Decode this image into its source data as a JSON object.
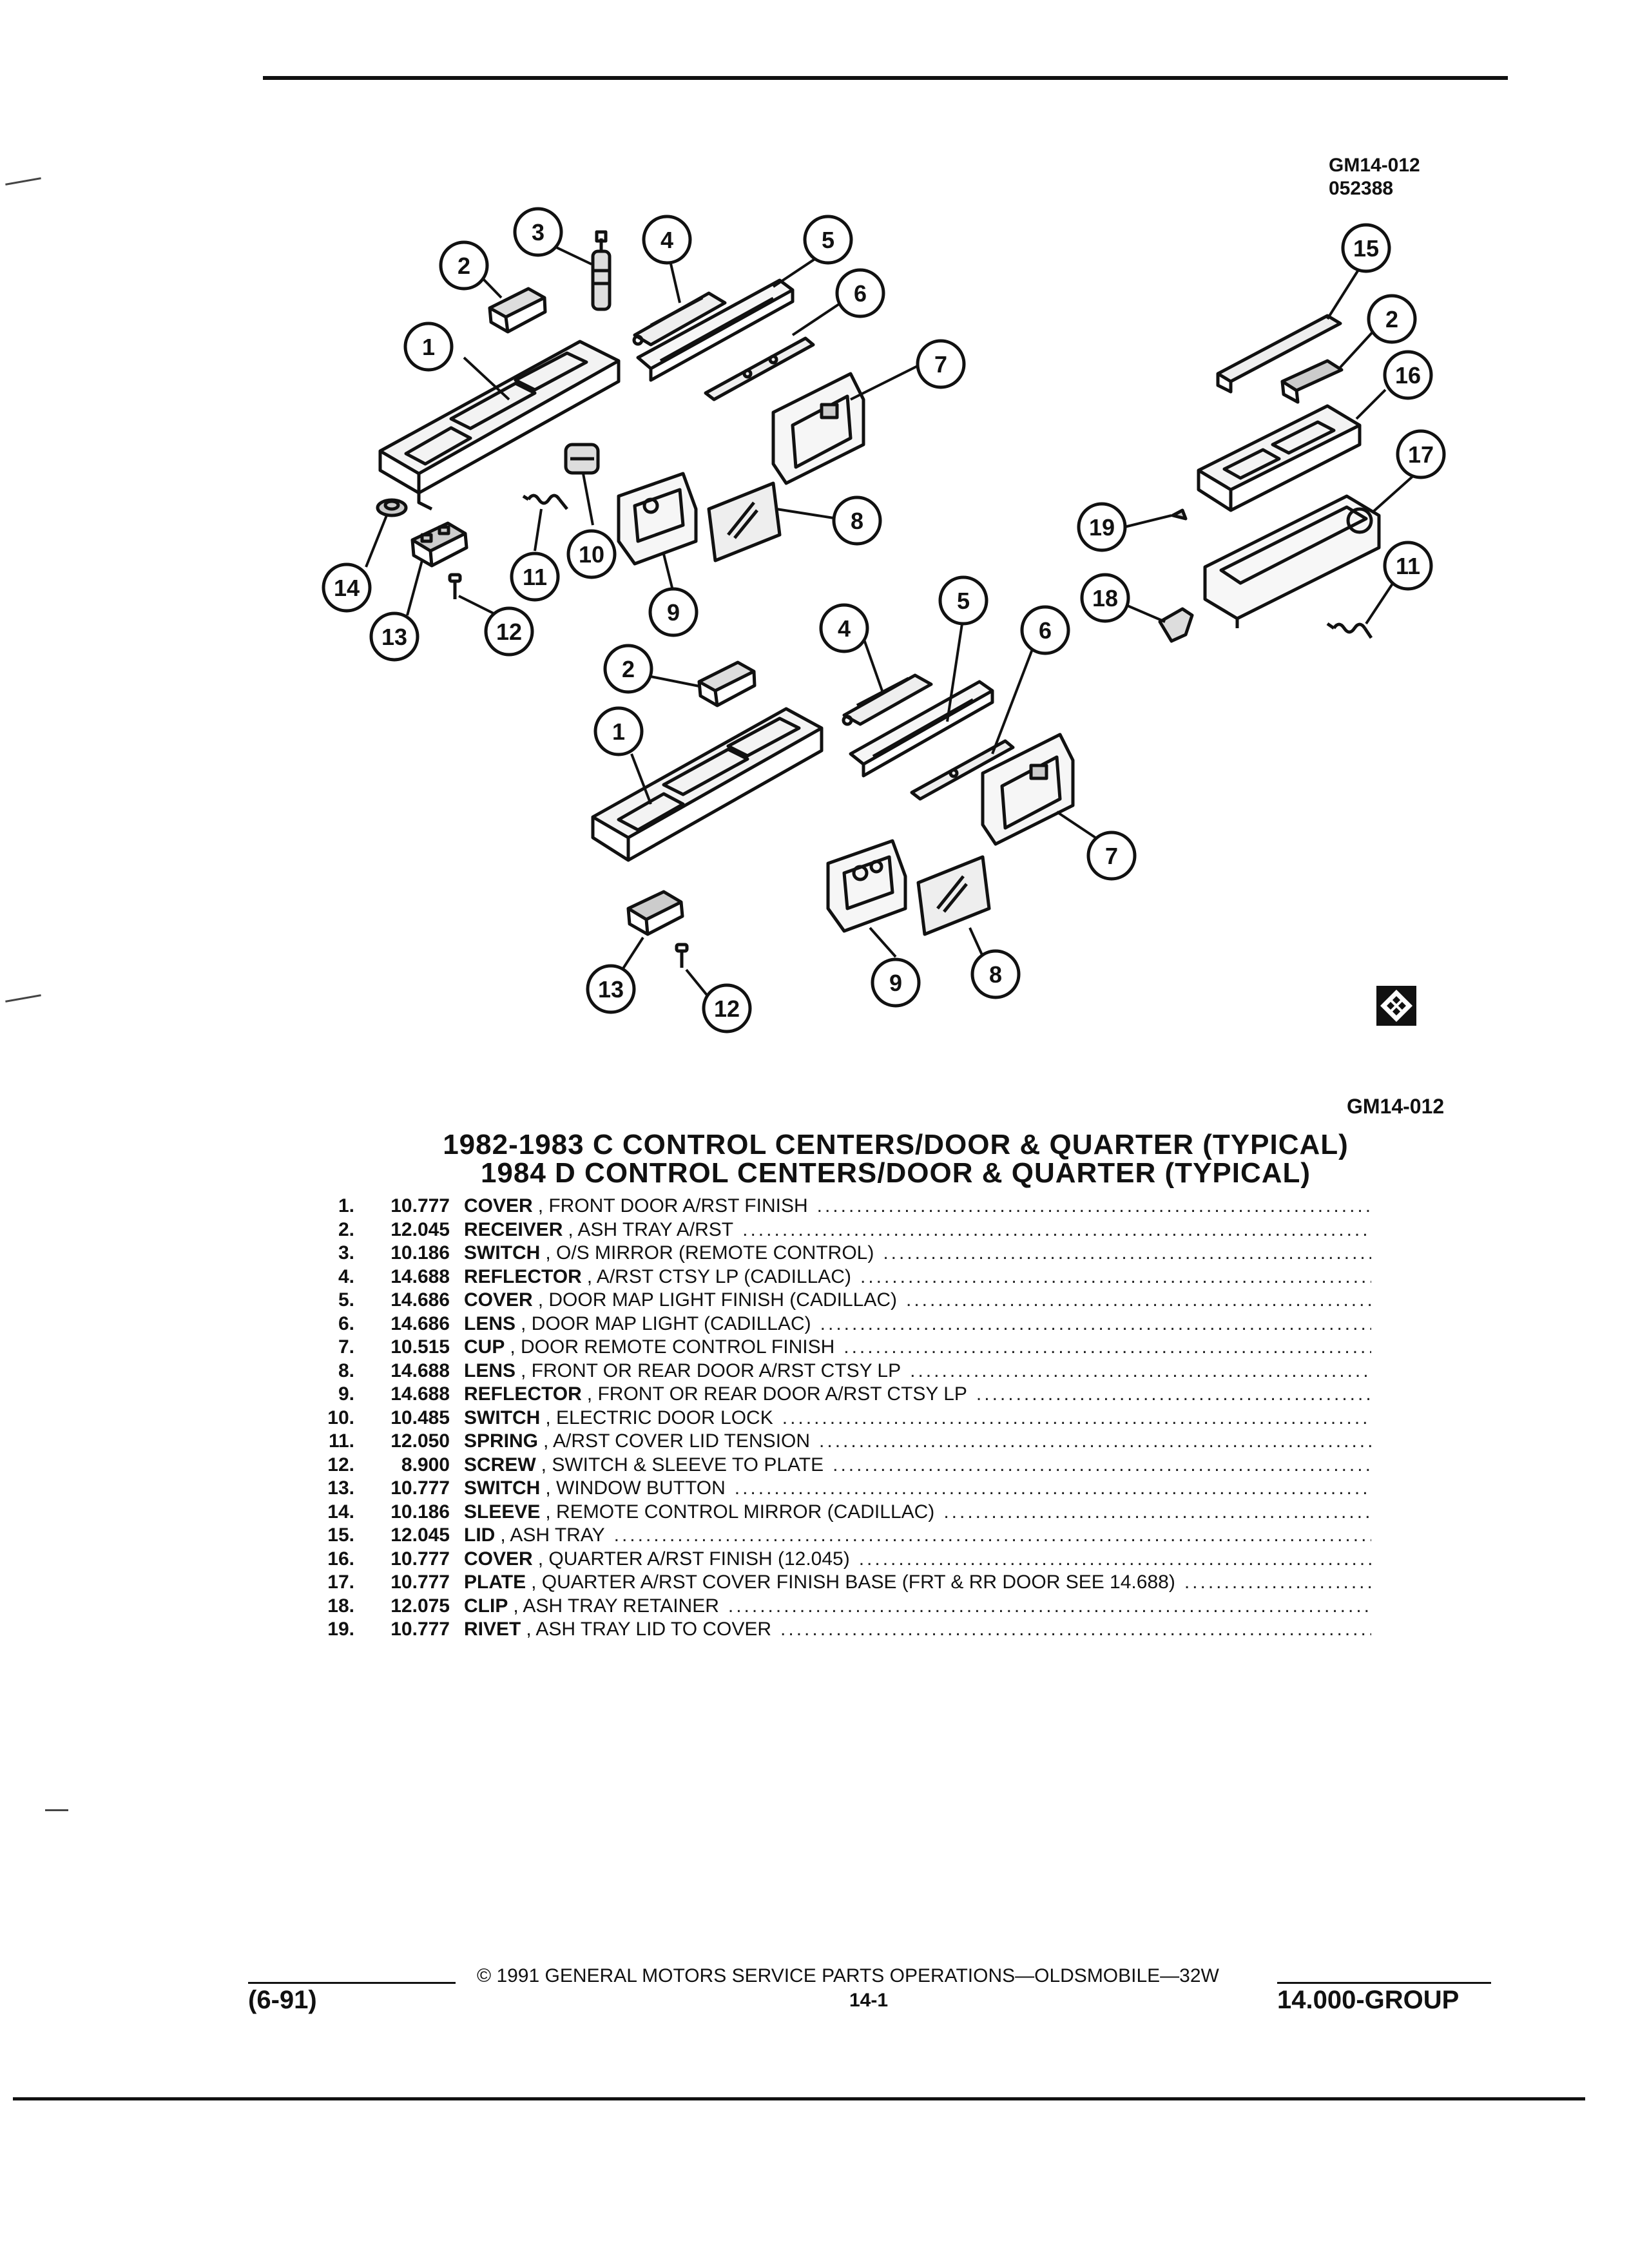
{
  "header": {
    "code": "GM14-012",
    "code2": "052388"
  },
  "figure_code": "GM14-012",
  "title_lines": [
    "1982-1983 C CONTROL CENTERS/DOOR & QUARTER (TYPICAL)",
    "1984 D CONTROL CENTERS/DOOR & QUARTER (TYPICAL)"
  ],
  "diagram_callouts": [
    "1",
    "2",
    "3",
    "4",
    "5",
    "6",
    "7",
    "8",
    "9",
    "10",
    "11",
    "12",
    "13",
    "14",
    "15",
    "16",
    "17",
    "18",
    "19"
  ],
  "parts": [
    {
      "num": "1.",
      "code": "10.777",
      "name": "COVER",
      "desc": ", FRONT DOOR A/RST FINISH"
    },
    {
      "num": "2.",
      "code": "12.045",
      "name": "RECEIVER",
      "desc": ", ASH TRAY A/RST"
    },
    {
      "num": "3.",
      "code": "10.186",
      "name": "SWITCH",
      "desc": ", O/S MIRROR (REMOTE CONTROL)"
    },
    {
      "num": "4.",
      "code": "14.688",
      "name": "REFLECTOR",
      "desc": ", A/RST CTSY LP (CADILLAC)"
    },
    {
      "num": "5.",
      "code": "14.686",
      "name": "COVER",
      "desc": ", DOOR MAP LIGHT FINISH (CADILLAC)"
    },
    {
      "num": "6.",
      "code": "14.686",
      "name": "LENS",
      "desc": ", DOOR MAP LIGHT (CADILLAC)"
    },
    {
      "num": "7.",
      "code": "10.515",
      "name": "CUP",
      "desc": ", DOOR REMOTE CONTROL FINISH"
    },
    {
      "num": "8.",
      "code": "14.688",
      "name": "LENS",
      "desc": ", FRONT OR REAR DOOR A/RST CTSY LP"
    },
    {
      "num": "9.",
      "code": "14.688",
      "name": "REFLECTOR",
      "desc": ", FRONT OR REAR DOOR A/RST CTSY LP"
    },
    {
      "num": "10.",
      "code": "10.485",
      "name": "SWITCH",
      "desc": ", ELECTRIC DOOR LOCK"
    },
    {
      "num": "11.",
      "code": "12.050",
      "name": "SPRING",
      "desc": ", A/RST COVER LID TENSION"
    },
    {
      "num": "12.",
      "code": "8.900",
      "name": "SCREW",
      "desc": ", SWITCH & SLEEVE TO PLATE"
    },
    {
      "num": "13.",
      "code": "10.777",
      "name": "SWITCH",
      "desc": ", WINDOW BUTTON"
    },
    {
      "num": "14.",
      "code": "10.186",
      "name": "SLEEVE",
      "desc": ", REMOTE CONTROL MIRROR (CADILLAC)"
    },
    {
      "num": "15.",
      "code": "12.045",
      "name": "LID",
      "desc": ", ASH TRAY"
    },
    {
      "num": "16.",
      "code": "10.777",
      "name": "COVER",
      "desc": ", QUARTER A/RST FINISH (12.045)"
    },
    {
      "num": "17.",
      "code": "10.777",
      "name": "PLATE",
      "desc": ", QUARTER A/RST COVER FINISH BASE (FRT & RR DOOR SEE 14.688)"
    },
    {
      "num": "18.",
      "code": "12.075",
      "name": "CLIP",
      "desc": ", ASH TRAY RETAINER"
    },
    {
      "num": "19.",
      "code": "10.777",
      "name": "RIVET",
      "desc": ", ASH TRAY LID TO COVER"
    }
  ],
  "footer": {
    "date": "(6-91)",
    "copyright": "© 1991 GENERAL MOTORS SERVICE PARTS OPERATIONS—OLDSMOBILE—32W",
    "page": "14-1",
    "group": "14.000-GROUP"
  }
}
